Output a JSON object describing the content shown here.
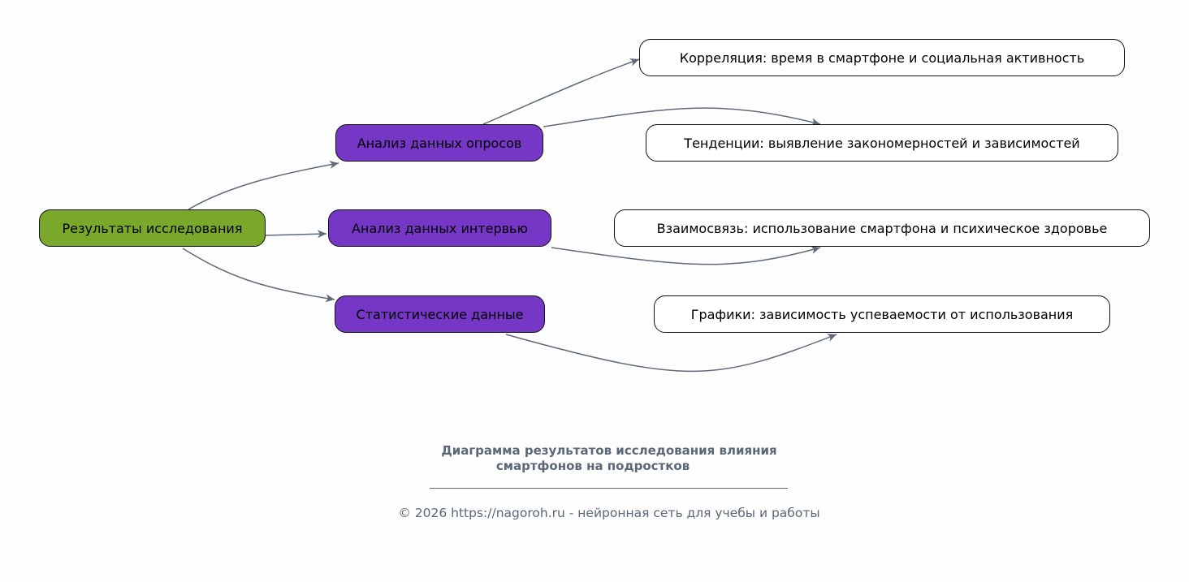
{
  "diagram": {
    "root": "Результаты исследования",
    "branches": [
      "Анализ данных опросов",
      "Анализ данных интервью",
      "Статистические данные"
    ],
    "leaves": [
      "Корреляция: время в смартфоне и социальная активность",
      "Тенденции: выявление закономерностей и зависимостей",
      "Взаимосвязь: использование смартфона и психическое здоровье",
      "Графики: зависимость успеваемости от использования"
    ],
    "colors": {
      "root": "#7aa82a",
      "branch": "#7636c6",
      "leaf": "#ffffff",
      "edge": "#5f6b78"
    }
  },
  "caption": {
    "title_line1": "Диаграмма результатов исследования влияния",
    "title_line2": "смартфонов на подростков",
    "footer": "© 2026 https://nagoroh.ru - нейронная сеть для учебы и работы"
  }
}
